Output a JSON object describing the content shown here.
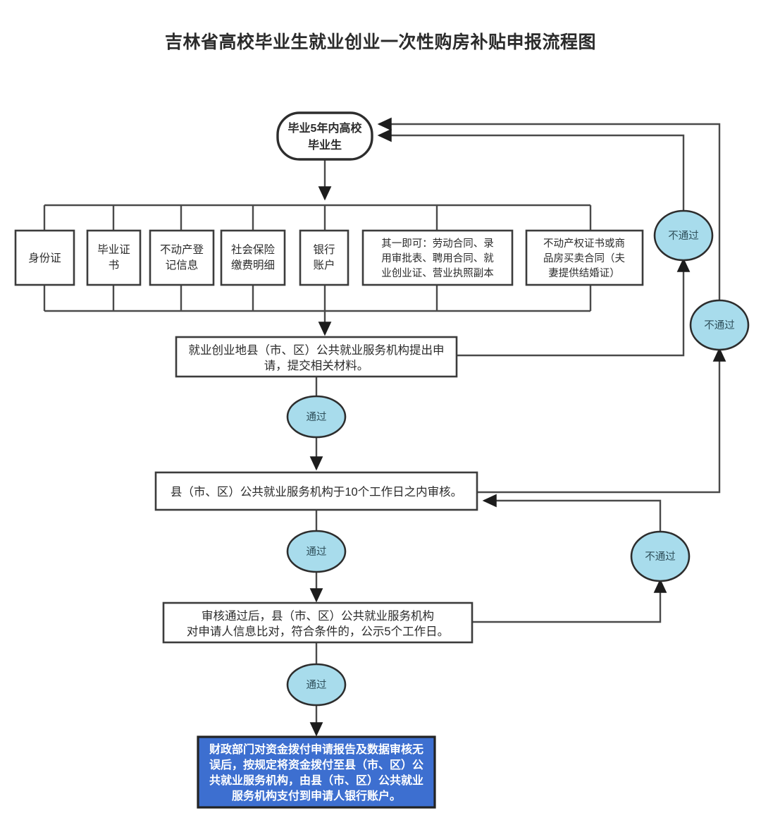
{
  "title": "吉林省高校毕业生就业创业一次性购房补贴申报流程图",
  "colors": {
    "decision_fill": "#a8dcec",
    "final_fill": "#3d6fd0",
    "box_stroke": "#3c3c3c",
    "line_stroke": "#4a4a4a",
    "page_bg": "#ffffff"
  },
  "start_node": {
    "label_line1": "毕业5年内高校",
    "label_line2": "毕业生"
  },
  "documents": [
    {
      "lines": [
        "身份证"
      ]
    },
    {
      "lines": [
        "毕业证",
        "书"
      ]
    },
    {
      "lines": [
        "不动产登",
        "记信息"
      ]
    },
    {
      "lines": [
        "社会保险",
        "缴费明细"
      ]
    },
    {
      "lines": [
        "银行",
        "账户"
      ]
    },
    {
      "lines": [
        "其一即可：劳动合同、录",
        "用审批表、聘用合同、就",
        "业创业证、营业执照副本"
      ]
    },
    {
      "lines": [
        "不动产权证书或商",
        "品房买卖合同（夫",
        "妻提供结婚证）"
      ]
    }
  ],
  "process_steps": [
    {
      "lines": [
        "就业创业地县（市、区）公共就业服务机构提出申",
        "请，提交相关材料。"
      ]
    },
    {
      "lines": [
        "县（市、区）公共就业服务机构于10个工作日之内审核。"
      ]
    },
    {
      "lines": [
        "审核通过后，县（市、区）公共就业服务机构",
        "对申请人信息比对，符合条件的，公示5个工作日。"
      ]
    }
  ],
  "final_node": {
    "lines": [
      "财政部门对资金拨付申请报告及数据审核无",
      "误后，按规定将资金拨付至县（市、区）公",
      "共就业服务机构，由县（市、区）公共就业",
      "服务机构支付到申请人银行账户。"
    ]
  },
  "decisions": {
    "pass_1": "通过",
    "pass_2": "通过",
    "pass_3": "通过",
    "fail_1": "不通过",
    "fail_2": "不通过",
    "fail_3": "不通过"
  }
}
